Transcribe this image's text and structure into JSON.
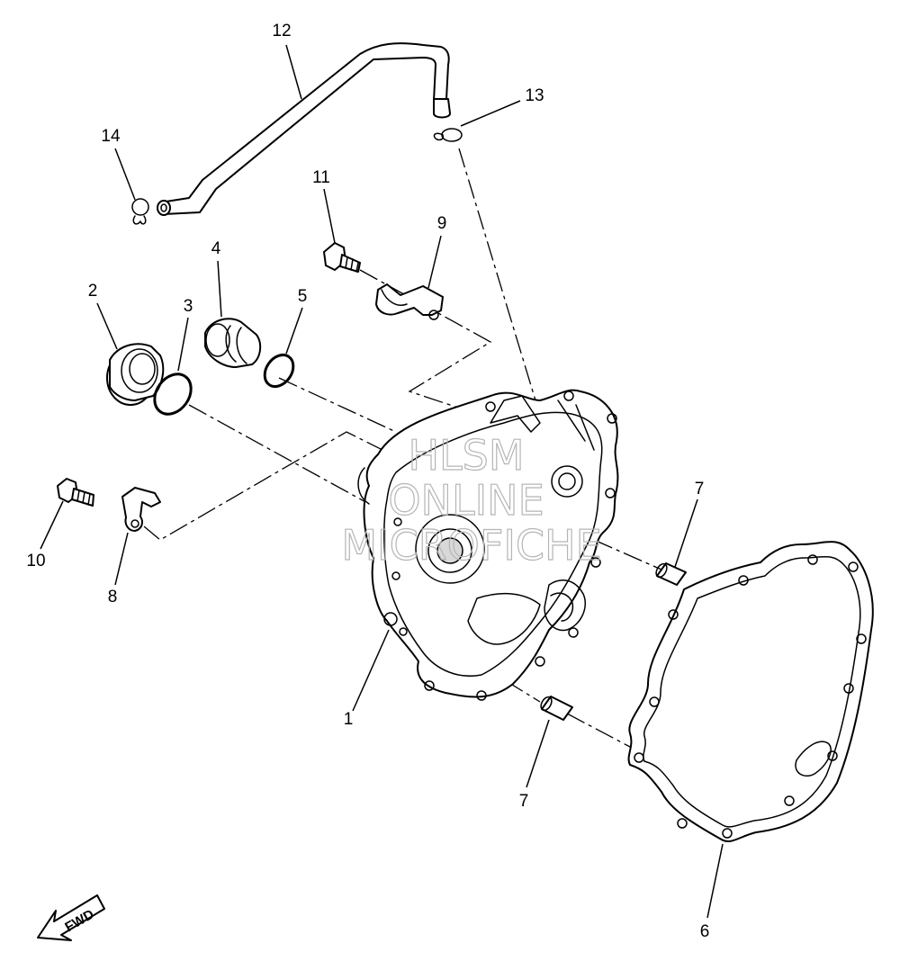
{
  "callouts": {
    "c1": "1",
    "c2": "2",
    "c3": "3",
    "c4": "4",
    "c5": "5",
    "c6": "6",
    "c7a": "7",
    "c7b": "7",
    "c8": "8",
    "c9": "9",
    "c10": "10",
    "c11": "11",
    "c12": "12",
    "c13": "13",
    "c14": "14"
  },
  "watermark": {
    "line1": "HLSM",
    "line2": "ONLINE",
    "line3": "MICROFICHE"
  },
  "direction_marker": {
    "label": "FWD"
  },
  "colors": {
    "line": "#000000",
    "watermark": "#b5b5b5",
    "background": "#ffffff"
  }
}
